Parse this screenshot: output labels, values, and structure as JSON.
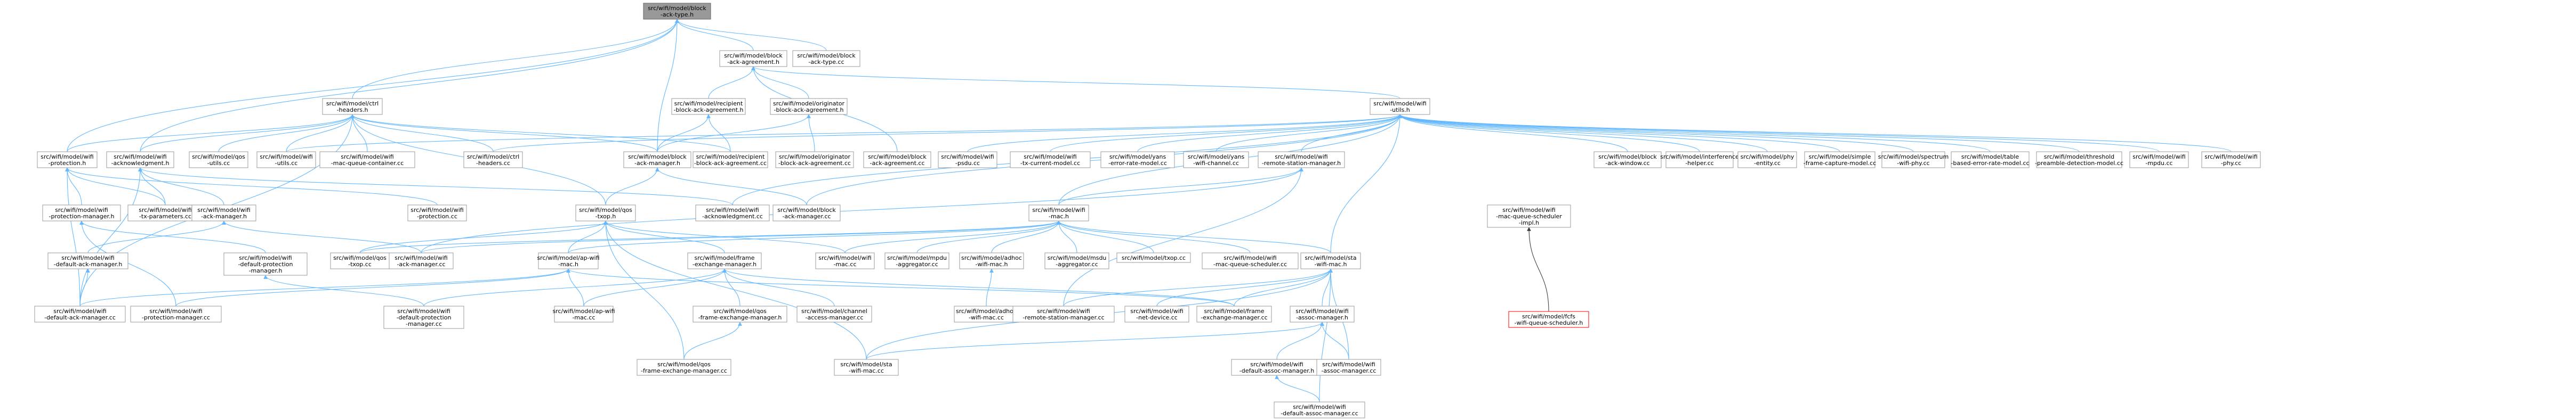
{
  "graph": {
    "root": "src/wifi/model/block-ack-type.h",
    "nodes": {
      "root": [
        "src/wifi/model/block",
        "-ack-type.h"
      ],
      "bam_h": [
        "src/wifi/model/block",
        "-ack-agreement.h"
      ],
      "bat_cc": [
        "src/wifi/model/block",
        "-ack-type.cc"
      ],
      "ctrl_h": [
        "src/wifi/model/ctrl",
        "-headers.h"
      ],
      "rec_h": [
        "src/wifi/model/recipient",
        "-block-ack-agreement.h"
      ],
      "orig_h": [
        "src/wifi/model/originator",
        "-block-ack-agreement.h"
      ],
      "utils_h": [
        "src/wifi/model/wifi",
        "-utils.h"
      ],
      "prot_h": [
        "src/wifi/model/wifi",
        "-protection.h"
      ],
      "ack_h": [
        "src/wifi/model/wifi",
        "-acknowledgment.h"
      ],
      "qos_utils_cc": [
        "src/wifi/model/qos",
        "-utils.cc"
      ],
      "wifi_utils_cc": [
        "src/wifi/model/wifi",
        "-utils.cc"
      ],
      "mqc_cc": [
        "src/wifi/model/wifi",
        "-mac-queue-container.cc"
      ],
      "ctrl_cc": [
        "src/wifi/model/ctrl",
        "-headers.cc"
      ],
      "bam_mgr_h": [
        "src/wifi/model/block",
        "-ack-manager.h"
      ],
      "rec_cc": [
        "src/wifi/model/recipient",
        "-block-ack-agreement.cc"
      ],
      "orig_cc": [
        "src/wifi/model/originator",
        "-block-ack-agreement.cc"
      ],
      "bam_cc": [
        "src/wifi/model/block",
        "-ack-agreement.cc"
      ],
      "psdu_cc": [
        "src/wifi/model/wifi",
        "-psdu.cc"
      ],
      "txc_cc": [
        "src/wifi/model/wifi",
        "-tx-current-model.cc"
      ],
      "yans_err_cc": [
        "src/wifi/model/yans",
        "-error-rate-model.cc"
      ],
      "yans_ch_cc": [
        "src/wifi/model/yans",
        "-wifi-channel.cc"
      ],
      "rsm_h": [
        "src/wifi/model/wifi",
        "-remote-station-manager.h"
      ],
      "baw_cc": [
        "src/wifi/model/block",
        "-ack-window.cc"
      ],
      "intf_cc": [
        "src/wifi/model/interference",
        "-helper.cc"
      ],
      "phyent_cc": [
        "src/wifi/model/phy",
        "-entity.cc"
      ],
      "sfcm_cc": [
        "src/wifi/model/simple",
        "-frame-capture-model.cc"
      ],
      "spec_cc": [
        "src/wifi/model/spectrum",
        "-wifi-phy.cc"
      ],
      "table_cc": [
        "src/wifi/model/table",
        "-based-error-rate-model.cc"
      ],
      "thr_cc": [
        "src/wifi/model/threshold",
        "-preamble-detection-model.cc"
      ],
      "mpdu_cc": [
        "src/wifi/model/wifi",
        "-mpdu.cc"
      ],
      "phy_cc": [
        "src/wifi/model/wifi",
        "-phy.cc"
      ],
      "pm_h": [
        "src/wifi/model/wifi",
        "-protection-manager.h"
      ],
      "txp_cc": [
        "src/wifi/model/wifi",
        "-tx-parameters.cc"
      ],
      "ackm_h": [
        "src/wifi/model/wifi",
        "-ack-manager.h"
      ],
      "prot_cc": [
        "src/wifi/model/wifi",
        "-protection.cc"
      ],
      "qos_txop_h": [
        "src/wifi/model/qos",
        "-txop.h"
      ],
      "ack_cc": [
        "src/wifi/model/wifi",
        "-acknowledgment.cc"
      ],
      "bam_mgr_cc": [
        "src/wifi/model/block",
        "-ack-manager.cc"
      ],
      "wmac_h": [
        "src/wifi/model/wifi",
        "-mac.h"
      ],
      "mqsi_h": [
        "src/wifi/model/wifi",
        "-mac-queue-scheduler",
        "-impl.h"
      ],
      "dam_h": [
        "src/wifi/model/wifi",
        "-default-ack-manager.h"
      ],
      "dpm_h": [
        "src/wifi/model/wifi",
        "-default-protection",
        "-manager.h"
      ],
      "qos_txop_cc": [
        "src/wifi/model/qos",
        "-txop.cc"
      ],
      "ackm_cc": [
        "src/wifi/model/wifi",
        "-ack-manager.cc"
      ],
      "ap_h": [
        "src/wifi/model/ap-wifi",
        "-mac.h"
      ],
      "fem_h": [
        "src/wifi/model/frame",
        "-exchange-manager.h"
      ],
      "wmac_cc": [
        "src/wifi/model/wifi",
        "-mac.cc"
      ],
      "mpduagg_cc": [
        "src/wifi/model/mpdu",
        "-aggregator.cc"
      ],
      "adhoc_h": [
        "src/wifi/model/adhoc",
        "-wifi-mac.h"
      ],
      "msduagg_cc": [
        "src/wifi/model/msdu",
        "-aggregator.cc"
      ],
      "txop_cc": [
        "src/wifi/model/txop.cc"
      ],
      "mqs_cc": [
        "src/wifi/model/wifi",
        "-mac-queue-scheduler.cc"
      ],
      "sta_h": [
        "src/wifi/model/sta",
        "-wifi-mac.h"
      ],
      "fcfs_h": [
        "src/wifi/model/fcfs",
        "-wifi-queue-scheduler.h"
      ],
      "dam_cc": [
        "src/wifi/model/wifi",
        "-default-ack-manager.cc"
      ],
      "pm_cc": [
        "src/wifi/model/wifi",
        "-protection-manager.cc"
      ],
      "dpm_cc": [
        "src/wifi/model/wifi",
        "-default-protection",
        "-manager.cc"
      ],
      "ap_cc": [
        "src/wifi/model/ap-wifi",
        "-mac.cc"
      ],
      "qos_fem_h": [
        "src/wifi/model/qos",
        "-frame-exchange-manager.h"
      ],
      "chacc_cc": [
        "src/wifi/model/channel",
        "-access-manager.cc"
      ],
      "adhoc_cc": [
        "src/wifi/model/adhoc",
        "-wifi-mac.cc"
      ],
      "rsm_cc": [
        "src/wifi/model/wifi",
        "-remote-station-manager.cc"
      ],
      "netdev_cc": [
        "src/wifi/model/wifi",
        "-net-device.cc"
      ],
      "fem_cc": [
        "src/wifi/model/frame",
        "-exchange-manager.cc"
      ],
      "wam_h": [
        "src/wifi/model/wifi",
        "-assoc-manager.h"
      ],
      "qos_fem_cc": [
        "src/wifi/model/qos",
        "-frame-exchange-manager.cc"
      ],
      "sta_cc": [
        "src/wifi/model/sta",
        "-wifi-mac.cc"
      ],
      "dassoc_h": [
        "src/wifi/model/wifi",
        "-default-assoc-manager.h"
      ],
      "wam_cc": [
        "src/wifi/model/wifi",
        "-assoc-manager.cc"
      ],
      "dassoc_cc": [
        "src/wifi/model/wifi",
        "-default-assoc-manager.cc"
      ]
    }
  },
  "colors": {
    "edge": "#63b8ff",
    "edge_dark": "#404040",
    "node_border": "#999999",
    "root_fill": "#999999",
    "highlight_border": "#ff0000"
  }
}
